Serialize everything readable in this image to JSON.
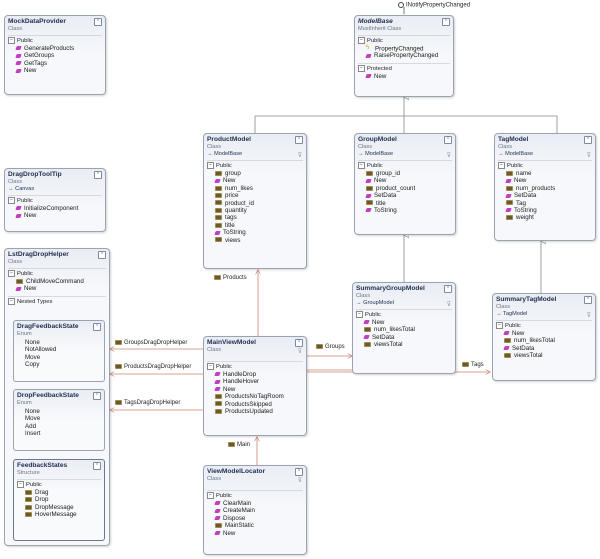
{
  "interface_label": "INotifyPropertyChanged",
  "sections": {
    "public": "Public",
    "protected": "Protected",
    "nested": "Nested Types"
  },
  "classes": {
    "mock": {
      "name": "MockDataProvider",
      "kind": "Class",
      "members": [
        "GenerateProducts",
        "GetGroups",
        "GetTags",
        "New"
      ]
    },
    "modelbase": {
      "name": "ModelBase",
      "kind": "MustInherit Class",
      "public": [
        "PropertyChanged",
        "RaisePropertyChanged"
      ],
      "protected": [
        "New"
      ]
    },
    "product": {
      "name": "ProductModel",
      "kind": "Class",
      "base": "→ ModelBase",
      "members": [
        "group",
        "New",
        "num_likes",
        "price",
        "product_id",
        "quantity",
        "tags",
        "title",
        "ToString",
        "views"
      ]
    },
    "group": {
      "name": "GroupModel",
      "kind": "Class",
      "base": "→ ModelBase",
      "members": [
        "group_id",
        "New",
        "product_count",
        "SetData",
        "title",
        "ToString"
      ]
    },
    "tag": {
      "name": "TagModel",
      "kind": "Class",
      "base": "→ ModelBase",
      "members": [
        "name",
        "New",
        "num_products",
        "SetData",
        "Tag",
        "ToString",
        "weight"
      ]
    },
    "dragtip": {
      "name": "DragDropToolTip",
      "kind": "Class",
      "base": "→ Canvas",
      "members": [
        "InitializeComponent",
        "New"
      ]
    },
    "lstdrag": {
      "name": "LstDragDropHelper",
      "kind": "Class",
      "members": [
        "ChildMoveCommand",
        "New"
      ]
    },
    "dragfb": {
      "name": "DragFeedbackState",
      "kind": "Enum",
      "members": [
        "None",
        "NotAllowed",
        "Move",
        "Copy"
      ]
    },
    "dropfb": {
      "name": "DropFeedbackState",
      "kind": "Enum",
      "members": [
        "None",
        "Move",
        "Add",
        "Insert"
      ]
    },
    "fbstates": {
      "name": "FeedbackStates",
      "kind": "Structure",
      "members": [
        "Drag",
        "Drop",
        "DropMessage",
        "HoverMessage"
      ]
    },
    "sumgroup": {
      "name": "SummaryGroupModel",
      "kind": "Class",
      "base": "→ GroupModel",
      "members": [
        "New",
        "num_likesTotal",
        "SetData",
        "viewsTotal"
      ]
    },
    "sumtag": {
      "name": "SummaryTagModel",
      "kind": "Class",
      "base": "→ TagModel",
      "members": [
        "New",
        "num_likesTotal",
        "SetData",
        "viewsTotal"
      ]
    },
    "mainvm": {
      "name": "MainViewModel",
      "kind": "Class",
      "members": [
        "HandleDrop",
        "HandleHover",
        "New",
        "ProductsNoTagRoom",
        "ProductsSkipped",
        "ProductsUpdated"
      ]
    },
    "locator": {
      "name": "ViewModelLocator",
      "kind": "Class",
      "members": [
        "ClearMain",
        "CreateMain",
        "Dispose",
        "MainStatic",
        "New"
      ]
    }
  },
  "associations": {
    "products": "Products",
    "groups": "Groups",
    "tags": "Tags",
    "groupsdrag": "GroupsDragDropHelper",
    "productsdrag": "ProductsDragDropHelper",
    "tagsdrag": "TagsDragDropHelper",
    "main": "Main"
  },
  "icons": {
    "method": "method-icon",
    "property": "property-icon",
    "event": "event-icon",
    "field": "field-icon",
    "enum_value": "enum-value-icon"
  }
}
